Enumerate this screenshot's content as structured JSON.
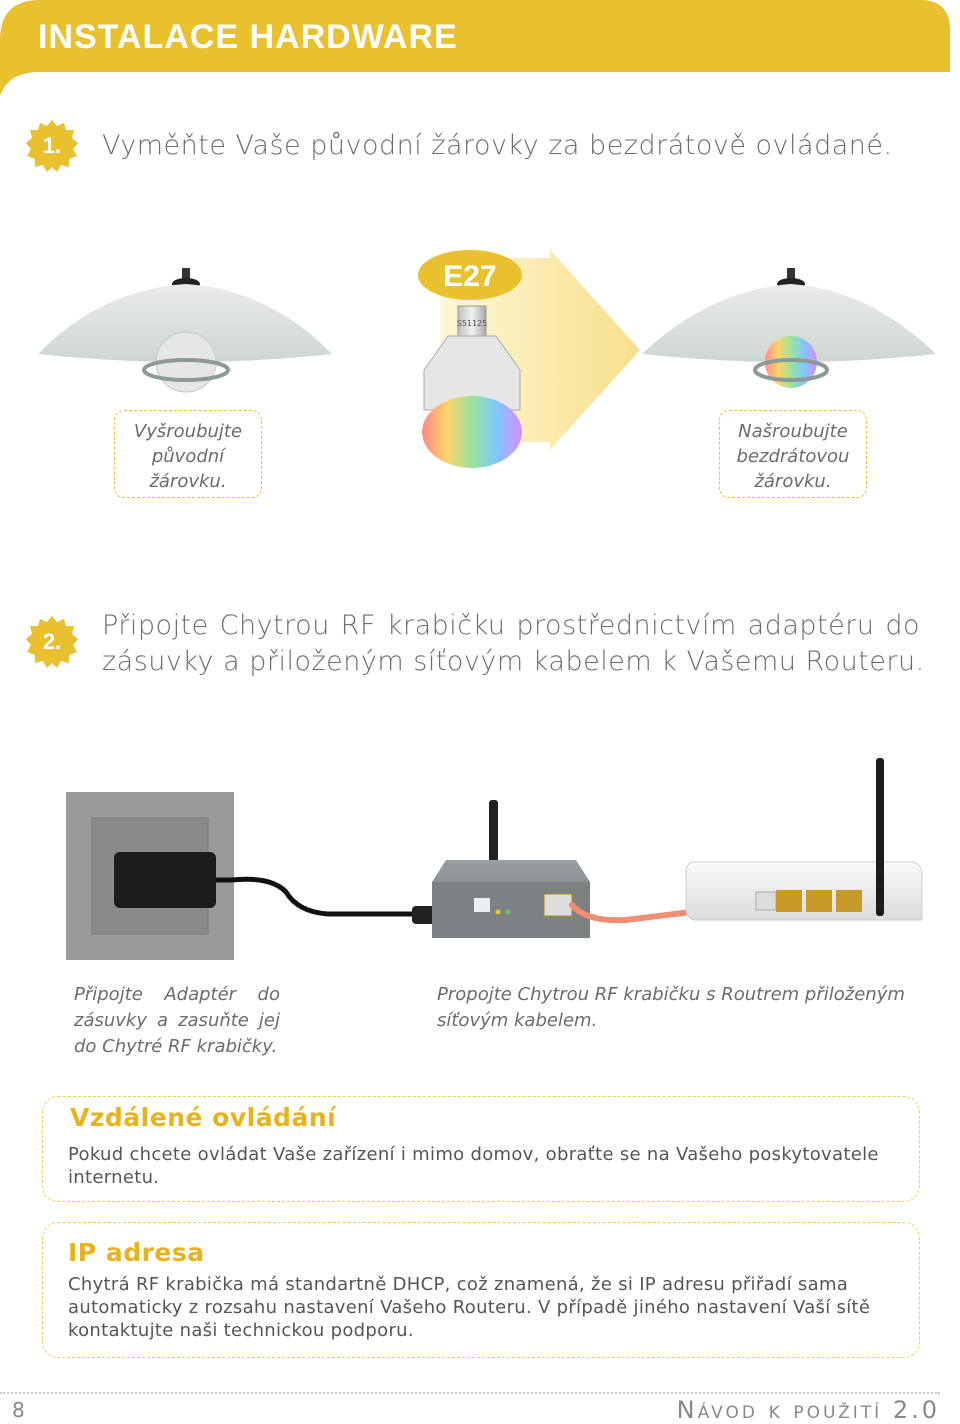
{
  "header": {
    "title": "INSTALACE HARDWARE"
  },
  "step1": {
    "number": "1.",
    "text": "Vyměňte Vaše původní žárovky za bezdrátově ovládané.",
    "bulb_label": "E27",
    "bulb_code": "S51125",
    "caption_left": [
      "Vyšroubujte",
      "původní",
      "žárovku."
    ],
    "caption_right": [
      "Našroubujte",
      "bezdrátovou",
      "žárovku."
    ]
  },
  "step2": {
    "number": "2.",
    "text_line1": "Připojte Chytrou RF krabičku prostřednictvím adaptéru do",
    "text_line2": "zásuvky a přiloženým síťovým kabelem k Vašemu Routeru.",
    "note_left": [
      "Připojte Adaptér do",
      "zásuvky a zasuňte jej",
      "do Chytré RF krabičky."
    ],
    "note_right": [
      "Propojte Chytrou RF krabičku s Routrem přiloženým",
      "síťovým kabelem."
    ]
  },
  "remote": {
    "title": "Vzdálené ovládání",
    "text": "Pokud chcete ovládat Vaše zařízení i mimo domov, obraťte se na Vašeho poskytovatele internetu."
  },
  "ip": {
    "title": "IP adresa",
    "text": "Chytrá RF krabička má standartně DHCP, což znamená, že si IP adresu přiřadí sama automaticky z rozsahu nastavení Vašeho Routeru. V případě jiného nastavení Vaší sítě kontaktujte naši technickou podporu."
  },
  "footer": {
    "page": "8",
    "doc": "Návod k použití 2.0"
  },
  "colors": {
    "accent": "#e9c02e",
    "text": "#6b6b6b"
  }
}
